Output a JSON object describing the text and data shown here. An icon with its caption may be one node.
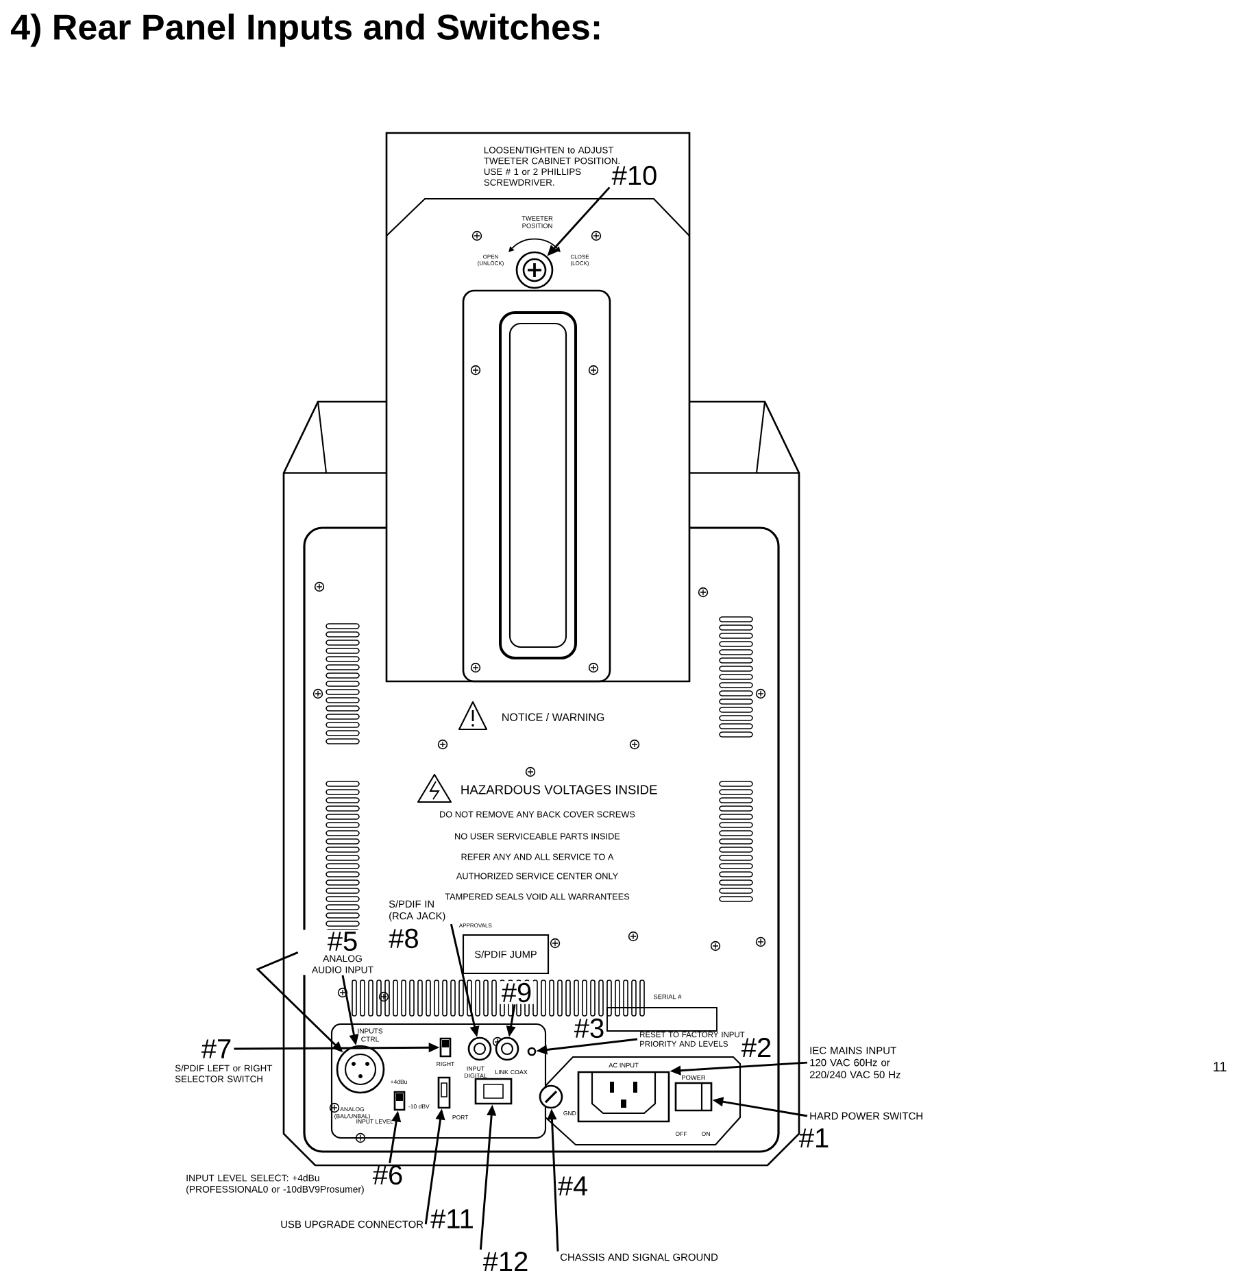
{
  "diagram": {
    "title": "4) Rear Panel Inputs and Switches:",
    "nodes": [
      {
        "text": [
          "#10"
        ]
      },
      {
        "text": [],
        "shape": "circle"
      },
      {
        "text": [
          "#5",
          "ANALOG AUDIO INPUT"
        ]
      },
      {
        "text": [],
        "shape": "circle"
      },
      {
        "text": [
          "#7"
        ],
        "beside": [
          "S/PDIF LEFT or RIGHT SELECTOR SWITCH"
        ]
      },
      {
        "text": [],
        "shape": "box"
      },
      {
        "text": [
          "S/PDIF IN (RCA JACK)",
          "#8"
        ]
      },
      {
        "text": [],
        "shape": "circle"
      },
      {
        "text": [
          "#9"
        ]
      },
      {
        "text": [],
        "shape": "circle"
      },
      {
        "text": [
          "RESET TO FACTORY INPUT PRIORITY AND LEVELS"
        ],
        "beside": [
          "#3"
        ]
      },
      {
        "text": [],
        "shape": "circle"
      },
      {
        "text": [
          "IEC MAINS INPUT 120 VAC 60Hz or 220/240 VAC 50 Hz"
        ],
        "beside": [
          "#2"
        ]
      },
      {
        "text": [],
        "shape": "box",
        "beside": [
          "AC INPUT"
        ]
      },
      {
        "text": [
          "HARD POWER SWITCH"
        ],
        "beside": [
          "#1"
        ]
      },
      {
        "text": [],
        "shape": "box"
      },
      {
        "text": [
          "#6"
        ],
        "beside": [
          "INPUT LEVEL SELECT: +4dBu (PROFESSIONAL0 or -10dBV9Prosumer)"
        ]
      },
      {
        "text": [],
        "shape": "box"
      },
      {
        "text": [
          "USB UPGRADE CONNECTOR"
        ],
        "beside": [
          "#11"
        ]
      },
      {
        "text": [],
        "shape": "box"
      },
      {
        "text": [
          "#12"
        ]
      },
      {
        "text": [],
        "shape": "box"
      },
      {
        "text": [
          "CHASSIS AND SIGNAL GROUND"
        ],
        "beside": [
          "#4"
        ]
      },
      {
        "text": [],
        "shape": "circle"
      },
      {
        "text": [
          "S/PDIF JUMP"
        ]
      }
    ],
    "edges": [
      {
        "from": 0,
        "to": 1,
        "arrow": "to"
      },
      {
        "from": 2,
        "to": 3,
        "arrow": "to"
      },
      {
        "from": 2,
        "to": 3,
        "arrow": "to"
      },
      {
        "from": 4,
        "to": 5,
        "arrow": "to"
      },
      {
        "from": 6,
        "to": 7,
        "arrow": "to"
      },
      {
        "from": 8,
        "to": 9,
        "arrow": "to"
      },
      {
        "from": 10,
        "to": 11,
        "arrow": "to"
      },
      {
        "from": 12,
        "to": 13,
        "arrow": "to"
      },
      {
        "from": 14,
        "to": 15,
        "arrow": "to"
      },
      {
        "from": 16,
        "to": 17,
        "arrow": "to"
      },
      {
        "from": 18,
        "to": 19,
        "arrow": "to"
      },
      {
        "from": 20,
        "to": 21,
        "arrow": "to"
      },
      {
        "from": 22,
        "to": 23,
        "arrow": "to"
      }
    ],
    "labels": [
      "LOOSEN/TIGHTEN to ADJUST TWEETER CABINET POSITION. USE # 1 or 2 PHILLIPS SCREWDRIVER.",
      "TWEETER POSITION",
      "OPEN (UNLOCK)",
      "CLOSE (LOCK)",
      "NOTICE / WARNING",
      "HAZARDOUS VOLTAGES INSIDE",
      "DO NOT REMOVE ANY BACK COVER SCREWS",
      "NO USER SERVICEABLE PARTS INSIDE",
      "REFER ANY AND ALL SERVICE TO A",
      "AUTHORIZED SERVICE CENTER ONLY",
      "TAMPERED SEALS VOID ALL WARRANTEES",
      "APPROVALS",
      "SERIAL #",
      "INPUTS CTRL",
      "RIGHT",
      "INPUT DIGITAL",
      "LINK COAX",
      "ANALOG (BAL/UNBAL)",
      "+4dBu",
      "-10 dBV",
      "INPUT LEVEL",
      "PORT",
      "GND",
      "POWER",
      "OFF",
      "ON",
      "11"
    ]
  }
}
